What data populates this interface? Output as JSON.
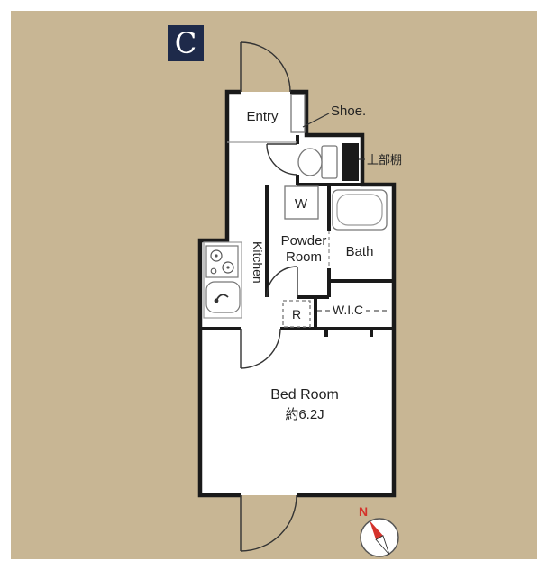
{
  "unit": {
    "label": "C"
  },
  "rooms": {
    "entry": "Entry",
    "shoe": "Shoe.",
    "upper_shelf": "上部棚",
    "washer": "W",
    "powder_line1": "Powder",
    "powder_line2": "Room",
    "bath": "Bath",
    "kitchen": "Kitchen",
    "refrigerator": "R",
    "wic": "W.I.C",
    "bedroom_line1": "Bed Room",
    "bedroom_line2": "約6.2J"
  },
  "compass": {
    "north": "N"
  },
  "colors": {
    "background": "#c8b694",
    "plan_fill": "#ffffff",
    "wall": "#1a1a1a",
    "unit_box": "#1e2a4a",
    "north_red": "#d4332c"
  }
}
